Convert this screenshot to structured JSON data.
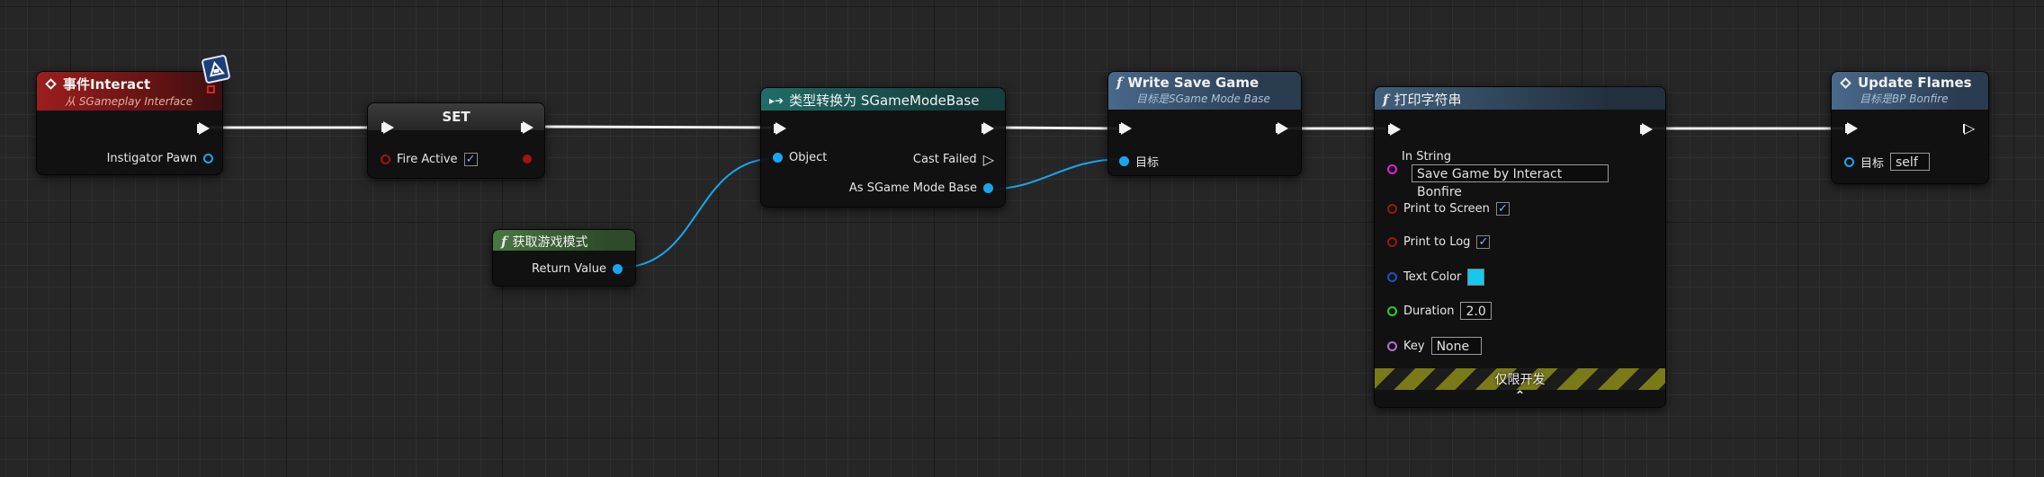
{
  "event_node": {
    "title": "事件Interact",
    "subtitle": "从 SGameplay Interface",
    "pin_instigator": "Instigator Pawn",
    "header_color": "#8c1c1c"
  },
  "set_node": {
    "title": "SET",
    "pin_fire_active": "Fire Active",
    "fire_active_checked": "✓"
  },
  "getter_node": {
    "title": "获取游戏模式",
    "pin_return": "Return Value"
  },
  "cast_node": {
    "title": "类型转换为 SGameModeBase",
    "pin_object": "Object",
    "pin_cast_failed": "Cast Failed",
    "pin_as": "As SGame Mode Base"
  },
  "write_node": {
    "title": "Write Save Game",
    "subtitle": "目标是SGame Mode Base",
    "pin_target": "目标"
  },
  "print_node": {
    "title": "打印字符串",
    "pin_in_string": "In String",
    "in_string_value": "Save Game by Interact Bonfire",
    "pin_print_screen": "Print to Screen",
    "print_screen_checked": "✓",
    "pin_print_log": "Print to Log",
    "print_log_checked": "✓",
    "pin_text_color": "Text Color",
    "text_color_value": "#14c8f0",
    "pin_duration": "Duration",
    "duration_value": "2.0",
    "pin_key": "Key",
    "key_value": "None",
    "dev_only_label": "仅限开发",
    "collapse_glyph": "⌃"
  },
  "flames_node": {
    "title": "Update Flames",
    "subtitle": "目标是BP Bonfire",
    "pin_target": "目标",
    "target_value": "self"
  },
  "colors": {
    "exec_wire": "#f0f0f0",
    "object_wire": "#1aa6ee",
    "function_header": "#3d5a72",
    "cast_header": "#1c5e5a",
    "pure_header": "#3d6136"
  }
}
